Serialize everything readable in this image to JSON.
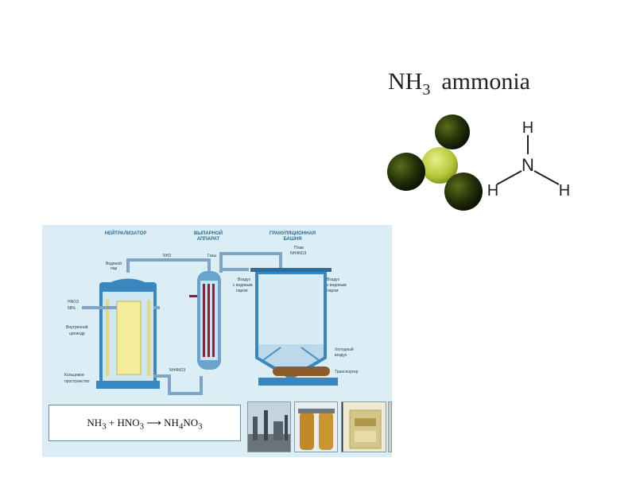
{
  "molecule": {
    "formula_base": "NH",
    "formula_sub": "3",
    "name": "ammonia",
    "atom_n": "N",
    "atom_h1": "H",
    "atom_h2": "H",
    "atom_h3": "H",
    "colors": {
      "hydrogen": "#1f2d08",
      "nitrogen": "#b4c83a"
    }
  },
  "plant": {
    "labels": {
      "neutralizer": "НЕЙТРАЛИЗАТОР",
      "evaporator_1": "ВЫПАРНОЙ",
      "evaporator_2": "АППАРАТ",
      "tower_1": "ГРАНУЛЯЦИОННАЯ",
      "tower_2": "БАШНЯ",
      "steam_1": "Водяной",
      "steam_2": "пар",
      "nh3": "NH3",
      "hno3": "HNO3",
      "hno3_pct": "58%",
      "inner_1": "Внутренний",
      "inner_2": "цилиндр",
      "ring_1": "Кольцевое",
      "ring_2": "пространство",
      "nh4no3_flow": "NH4NO3",
      "gases": "Газы",
      "melt_1": "Плав",
      "melt_2": "NH4NO3",
      "air_left_1": "Воздух",
      "air_left_2": "с водяным",
      "air_left_3": "паром",
      "air_right_1": "Воздух",
      "air_right_2": "с водяным",
      "air_right_3": "паром",
      "cold_air_1": "Холодный",
      "cold_air_2": "воздух",
      "conveyor": "Транспортер"
    },
    "equation": {
      "lhs1": "NH",
      "lhs1_sub": "3",
      "plus": " + HNO",
      "plus_sub": "3",
      "arrow": " ⟶ NH",
      "rhs_sub1": "4",
      "rhs_mid": "NO",
      "rhs_sub2": "3"
    },
    "photos": [
      "factory-photo",
      "storage-tanks-photo",
      "silo-photo",
      "fertilizer-bag-photo"
    ]
  }
}
